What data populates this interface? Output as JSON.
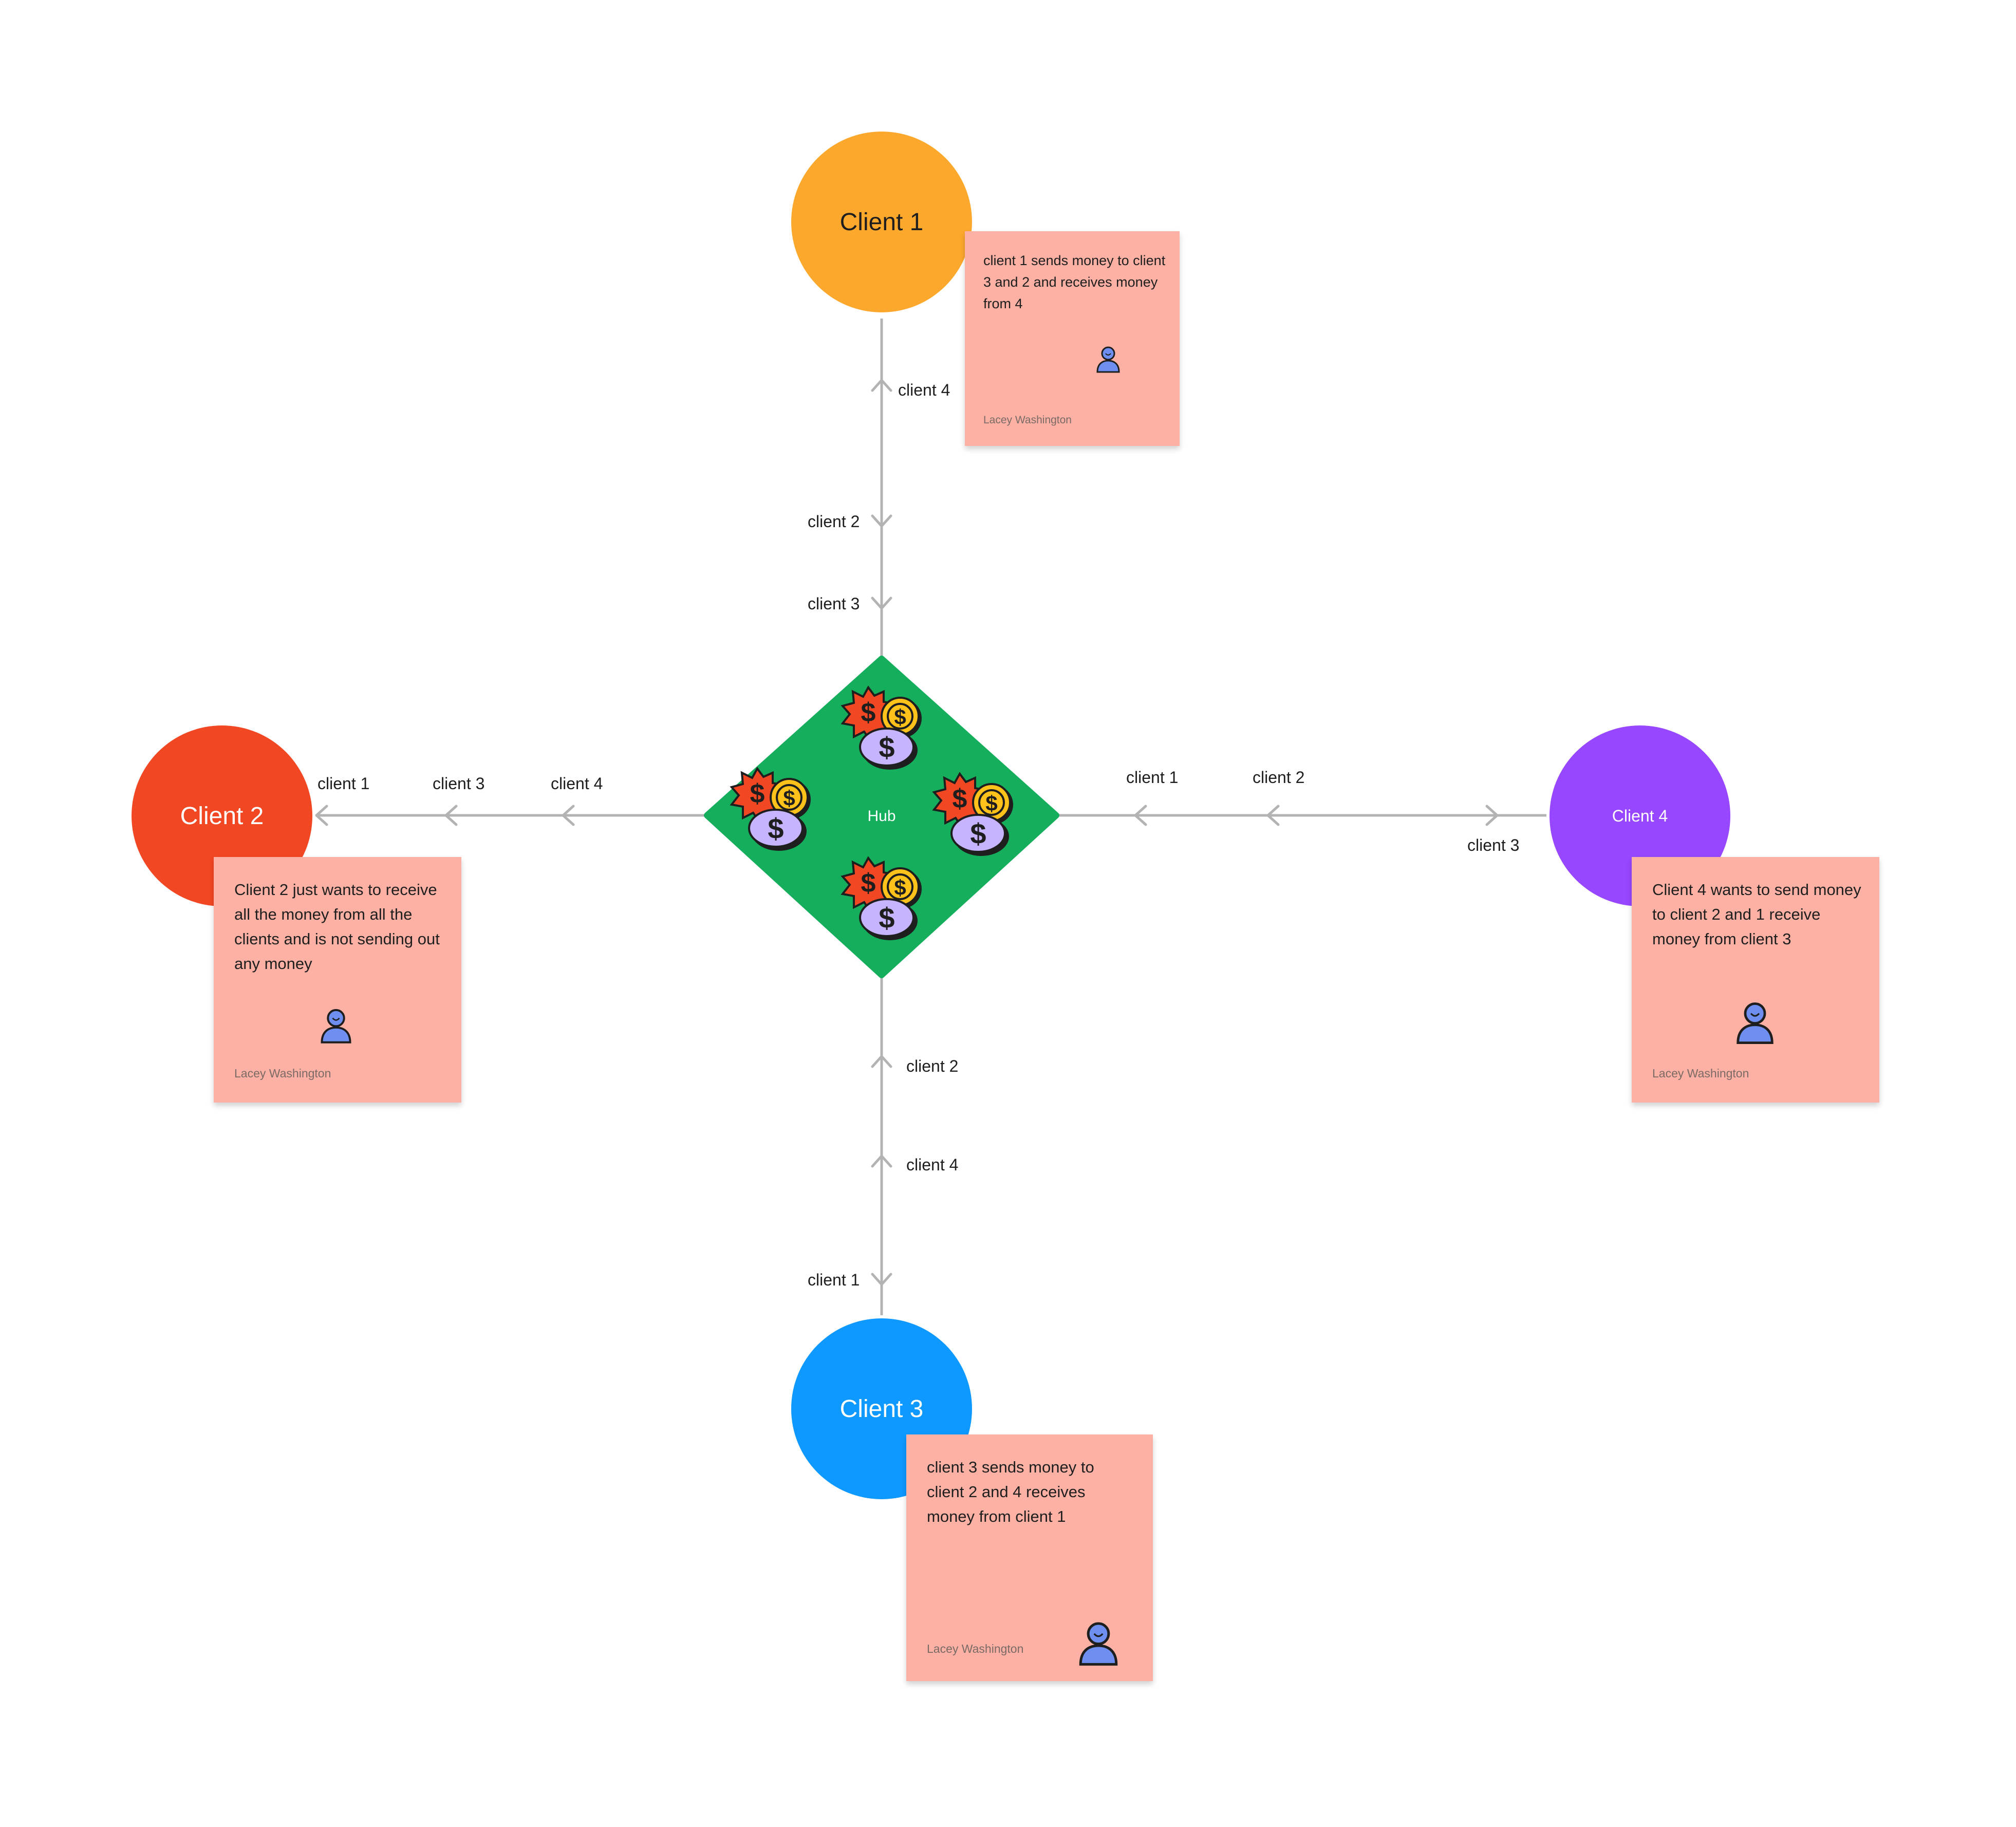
{
  "clients": {
    "c1": {
      "label": "Client 1",
      "color": "#fca82c"
    },
    "c2": {
      "label": "Client 2",
      "color": "#f24723"
    },
    "c3": {
      "label": "Client 3",
      "color": "#0d99ff"
    },
    "c4": {
      "label": "Client 4",
      "color": "#9747ff"
    }
  },
  "hub": {
    "label": "Hub",
    "color": "#14ae5c",
    "icon": "money-bag-coins-icon"
  },
  "edges": {
    "top": [
      "client 4",
      "client 2",
      "client 3"
    ],
    "left": [
      "client 1",
      "client 3",
      "client 4"
    ],
    "right": [
      "client 1",
      "client 2",
      "client 3"
    ],
    "bottom": [
      "client 2",
      "client 4",
      "client 1"
    ]
  },
  "notes": {
    "n1": {
      "text": "client 1 sends money to client 3 and 2 and receives money from 4",
      "author": "Lacey Washington"
    },
    "n2": {
      "text": "Client 2 just wants to receive all the money from all the clients and is not sending out any money",
      "author": "Lacey Washington"
    },
    "n3": {
      "text": "client 3 sends money to client 2 and 4 receives money from client 1",
      "author": "Lacey Washington"
    },
    "n4": {
      "text": "Client 4 wants to send money to client 2 and 1 receive money from client 3",
      "author": "Lacey Washington"
    }
  },
  "colors": {
    "sticky": "#fdb1a4",
    "connector": "#b3b3b3",
    "avatar": "#6f8ff0"
  }
}
